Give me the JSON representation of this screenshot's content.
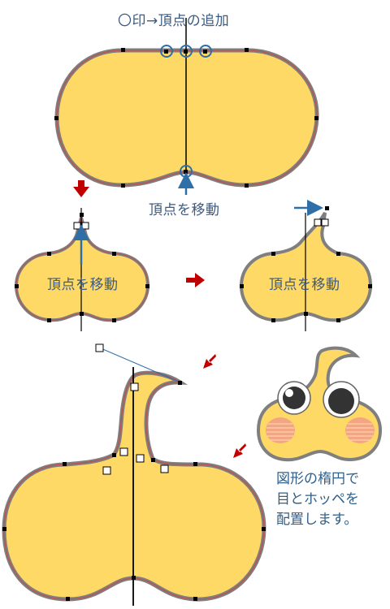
{
  "captions": {
    "top_instruction": "〇印→頂点の追加",
    "move_vertex_1": "頂点を移動",
    "shape_text_left": "頂点を移動",
    "shape_text_right": "頂点を移動",
    "note_line1": "図形の楕円で",
    "note_line2": "目とホッペを",
    "note_line3": "配置します。"
  },
  "colors": {
    "fill": "#ffd966",
    "outline": "#7f7f7f",
    "inner_line": "#c0504d",
    "arrow_red": "#c00000",
    "arrow_blue": "#2e6fa8",
    "text_blue": "#3c5a80",
    "cheek": "#f4a582"
  }
}
